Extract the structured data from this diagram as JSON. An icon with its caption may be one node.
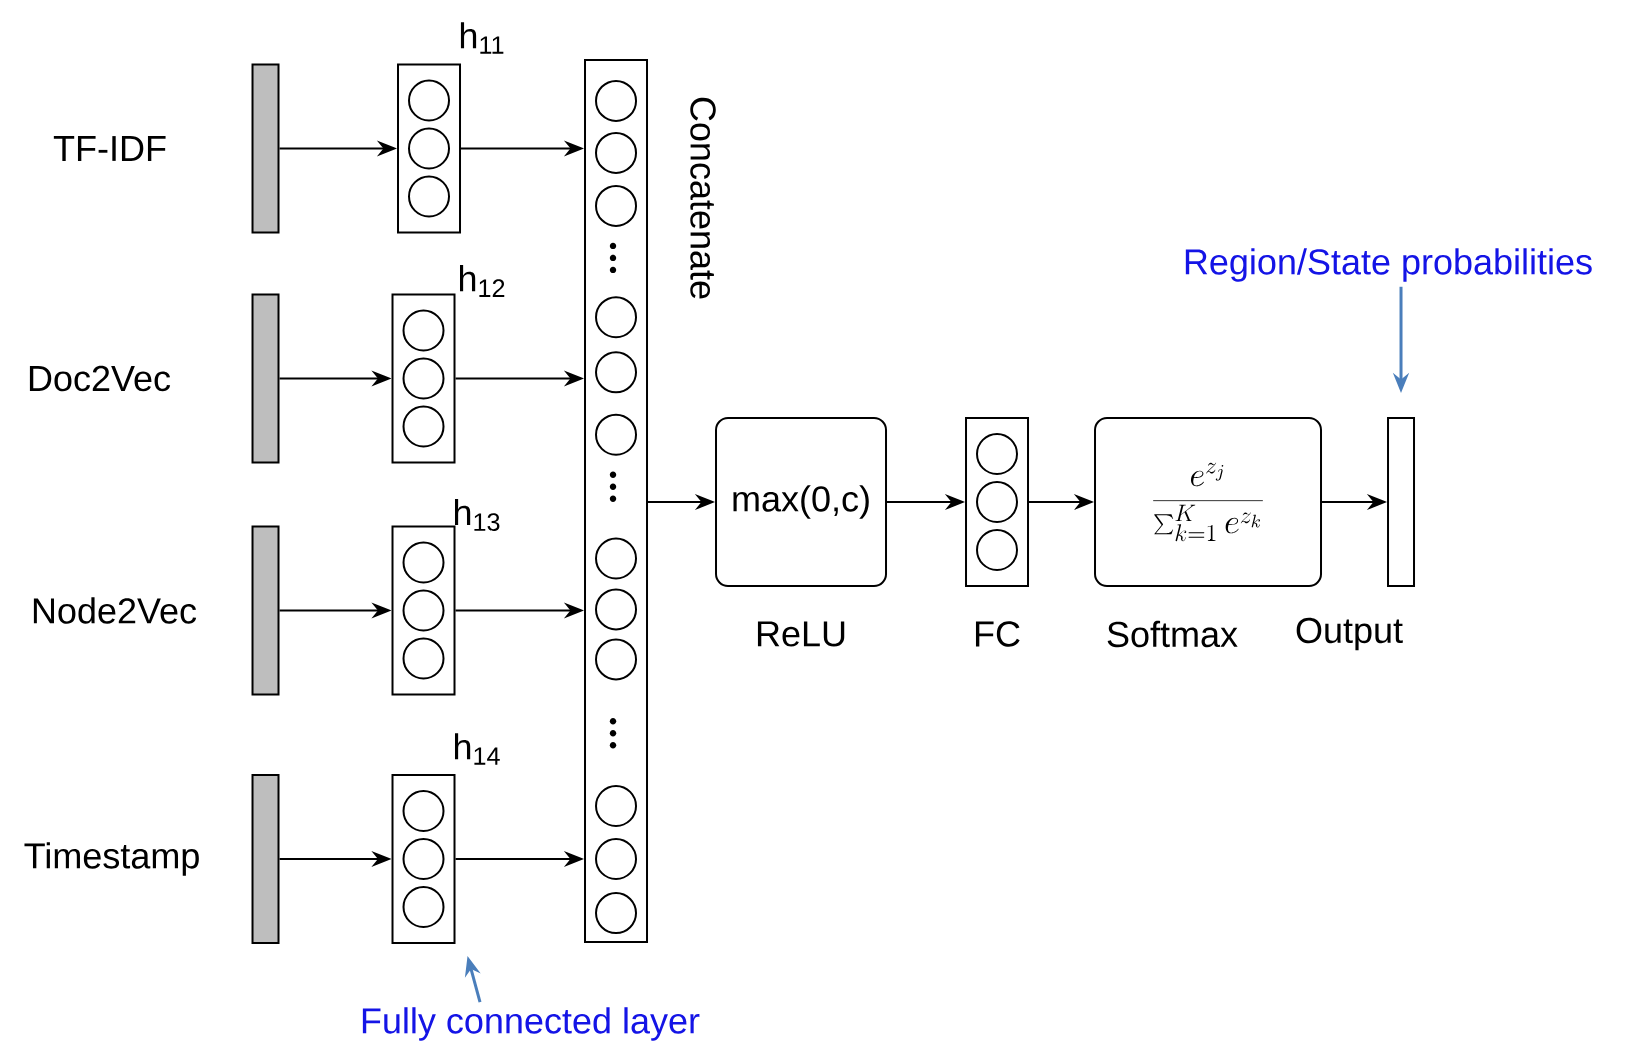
{
  "diagram": {
    "nodes": [
      {
        "text": [],
        "shape": "bar",
        "beside": [
          "TF-IDF"
        ]
      },
      {
        "text": [],
        "shape": "bar",
        "beside": [
          "Doc2Vec"
        ]
      },
      {
        "text": [],
        "shape": "bar",
        "beside": [
          "Node2Vec"
        ]
      },
      {
        "text": [],
        "shape": "bar",
        "beside": [
          "Timestamp"
        ]
      },
      {
        "text": [
          "h$_{11}$"
        ]
      },
      {
        "text": [
          "h$_{12}$"
        ]
      },
      {
        "text": [
          "h$_{13}$"
        ]
      },
      {
        "text": [
          "h$_{14}$"
        ]
      },
      {
        "text": [
          "Concatenate"
        ]
      },
      {
        "text": [
          "max(0,c)"
        ],
        "beside": [
          "ReLU"
        ]
      },
      {
        "text": [],
        "shape": "box",
        "beside": [
          "FC"
        ]
      },
      {
        "text": [
          "\\frac{e^{z_j}}{\\sum_{k=1}^{K} e^{z_k}}"
        ],
        "beside": [
          "Softmax"
        ]
      },
      {
        "text": [],
        "shape": "bar",
        "beside": [
          "Output"
        ]
      },
      {
        "text": [
          "Region/State probabilities"
        ]
      },
      {
        "text": [
          "Fully connected layer"
        ]
      }
    ],
    "edges": [
      {
        "from": 0,
        "to": 4,
        "arrow": "to"
      },
      {
        "from": 1,
        "to": 5,
        "arrow": "to"
      },
      {
        "from": 2,
        "to": 6,
        "arrow": "to"
      },
      {
        "from": 3,
        "to": 7,
        "arrow": "to"
      },
      {
        "from": 4,
        "to": 8,
        "arrow": "to"
      },
      {
        "from": 5,
        "to": 8,
        "arrow": "to"
      },
      {
        "from": 6,
        "to": 8,
        "arrow": "to"
      },
      {
        "from": 7,
        "to": 8,
        "arrow": "to"
      },
      {
        "from": 8,
        "to": 9,
        "arrow": "to"
      },
      {
        "from": 9,
        "to": 10,
        "arrow": "to"
      },
      {
        "from": 10,
        "to": 11,
        "arrow": "to"
      },
      {
        "from": 11,
        "to": 12,
        "arrow": "to"
      },
      {
        "from": 13,
        "to": 12,
        "arrow": "to",
        "color": "#4a7ebb"
      },
      {
        "from": 14,
        "to": 7,
        "arrow": "to",
        "color": "#4a7ebb"
      }
    ]
  }
}
